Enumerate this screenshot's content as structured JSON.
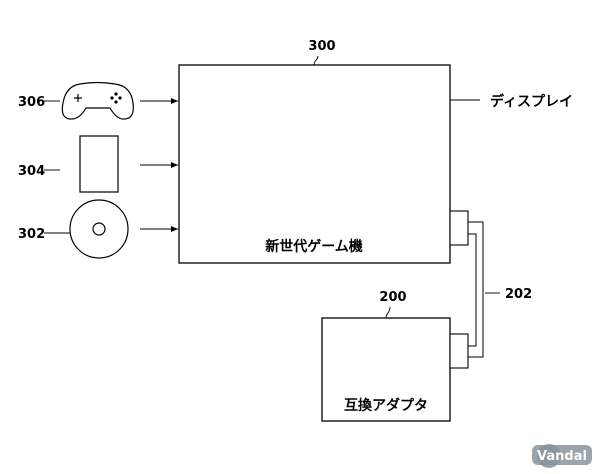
{
  "main_unit": {
    "ref": "300",
    "label": "新世代ゲーム機"
  },
  "output": {
    "label": "ディスプレイ"
  },
  "adapter": {
    "ref": "200",
    "label": "互換アダプタ"
  },
  "cable": {
    "ref": "202"
  },
  "inputs": [
    {
      "ref": "306",
      "icon": "game-controller-icon"
    },
    {
      "ref": "304",
      "icon": "memory-card-icon"
    },
    {
      "ref": "302",
      "icon": "optical-disc-icon"
    }
  ],
  "watermark": {
    "text": "Vandal"
  }
}
